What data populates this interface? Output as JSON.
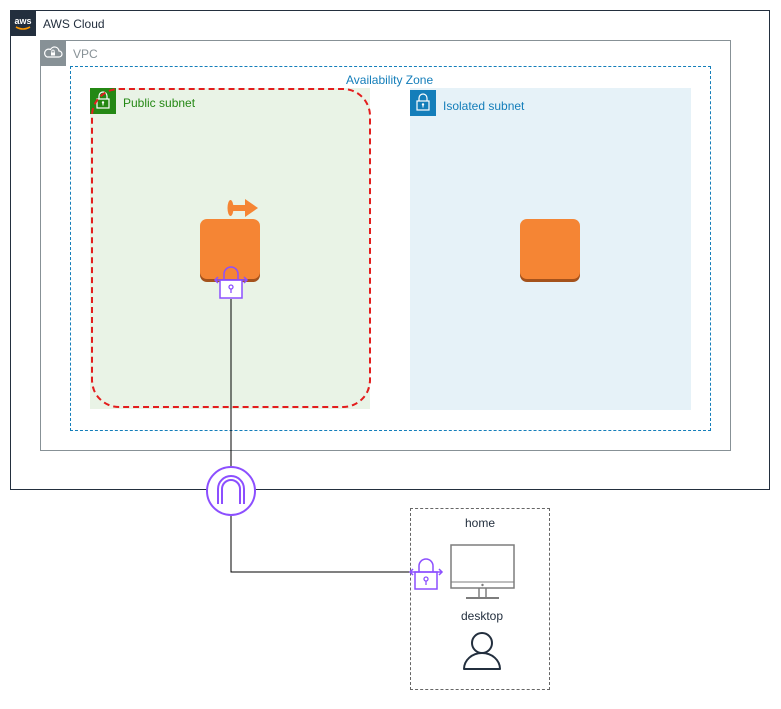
{
  "aws_cloud": {
    "label": "AWS Cloud"
  },
  "vpc": {
    "label": "VPC"
  },
  "availability_zone": {
    "label": "Availability Zone"
  },
  "public_subnet": {
    "label": "Public subnet"
  },
  "isolated_subnet": {
    "label": "Isolated subnet"
  },
  "home": {
    "label": "home",
    "desktop_label": "desktop"
  },
  "colors": {
    "aws_dark": "#232f3e",
    "vpc_gray": "#879196",
    "az_blue": "#147eba",
    "public_green": "#248814",
    "public_fill": "#e9f3e6",
    "isolated_fill": "#e6f2f8",
    "ec2_orange": "#f58534",
    "highlight_red": "#e31d1d",
    "vpn_purple": "#8c4fff"
  },
  "icons": [
    "aws-logo-icon",
    "vpc-cloud-icon",
    "public-subnet-lock-icon",
    "isolated-subnet-lock-icon",
    "ec2-instance-icon",
    "elastic-ip-icon",
    "vpn-lock-icon",
    "internet-gateway-icon",
    "desktop-icon",
    "user-icon"
  ]
}
